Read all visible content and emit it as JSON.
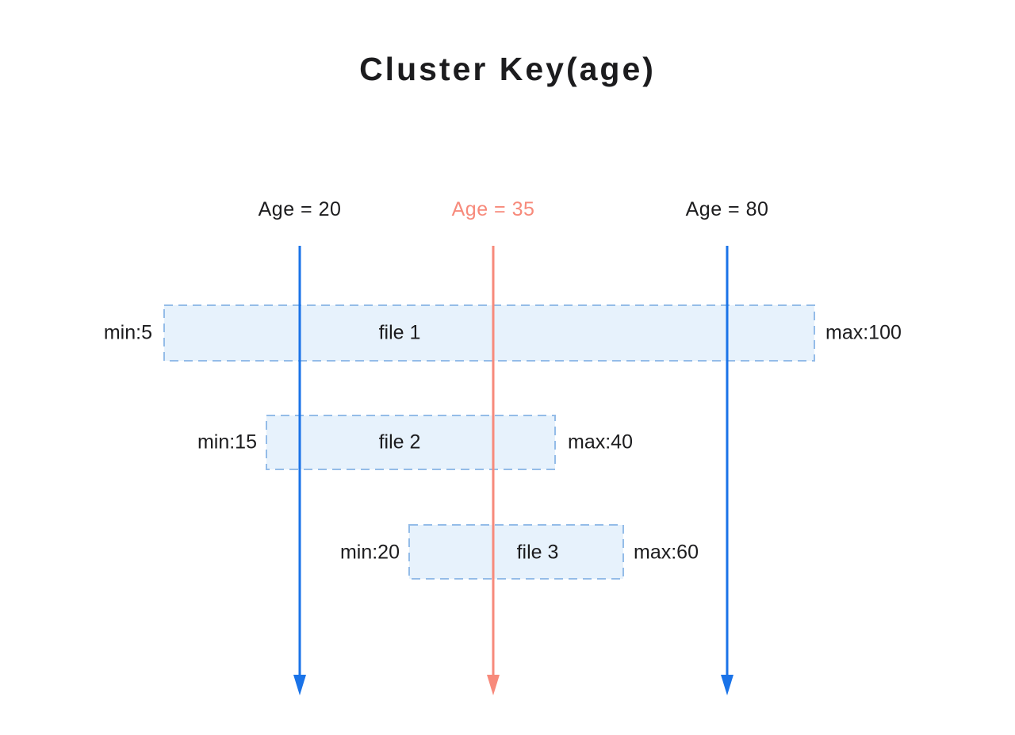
{
  "title": "Cluster Key(age)",
  "colors": {
    "arrow_blue": "#1a73e8",
    "arrow_salmon": "#f78a7b",
    "box_fill": "#e7f2fc",
    "box_border": "#94bce8",
    "text": "#1c1c1e"
  },
  "age_markers": [
    {
      "label": "Age = 20",
      "age": 20,
      "color": "#1a73e8"
    },
    {
      "label": "Age = 35",
      "age": 35,
      "color": "#f78a7b"
    },
    {
      "label": "Age = 80",
      "age": 80,
      "color": "#1a73e8"
    }
  ],
  "files": [
    {
      "name": "file 1",
      "min_label": "min:5",
      "max_label": "max:100",
      "min": 5,
      "max": 100
    },
    {
      "name": "file 2",
      "min_label": "min:15",
      "max_label": "max:40",
      "min": 15,
      "max": 40
    },
    {
      "name": "file 3",
      "min_label": "min:20",
      "max_label": "max:60",
      "min": 20,
      "max": 60
    }
  ]
}
